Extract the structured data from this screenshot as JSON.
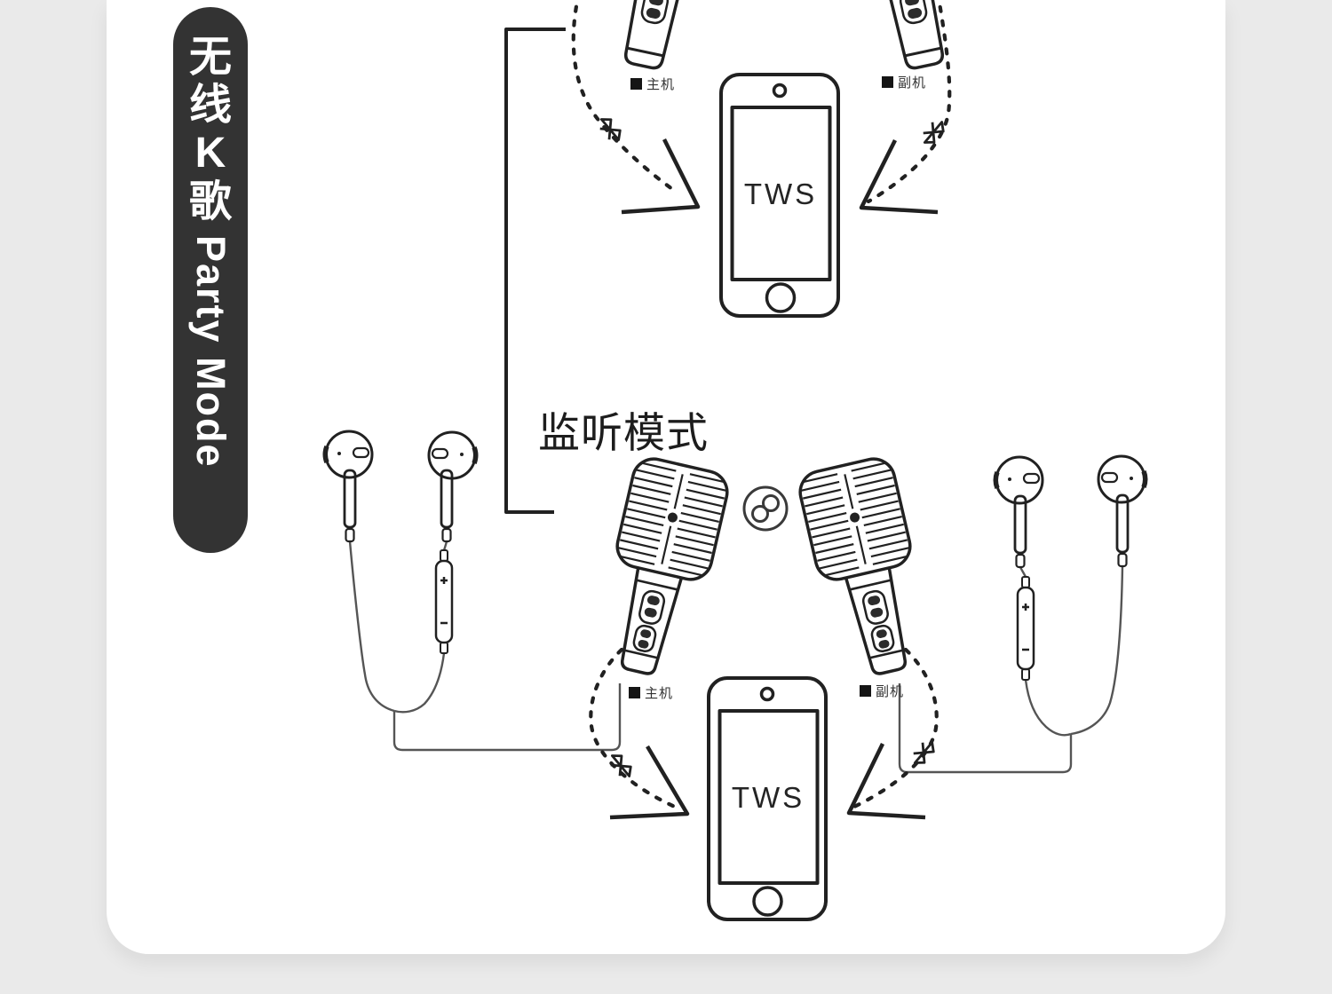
{
  "banner": {
    "cjk": "无线K歌",
    "latin": "Party Mode"
  },
  "section": {
    "monitor_mode": "监听模式"
  },
  "top_diagram": {
    "phone_text": "TWS",
    "main_label": "主机",
    "sub_label": "副机"
  },
  "bottom_diagram": {
    "phone_text": "TWS",
    "main_label": "主机",
    "sub_label": "副机"
  },
  "icons": {
    "bluetooth": "bluetooth-icon",
    "link": "link-pairing-icon"
  },
  "colors": {
    "page_bg": "#eaeaea",
    "card_bg": "#ffffff",
    "banner_bg": "#333333",
    "line_art": "#212121",
    "wire": "#555555"
  }
}
